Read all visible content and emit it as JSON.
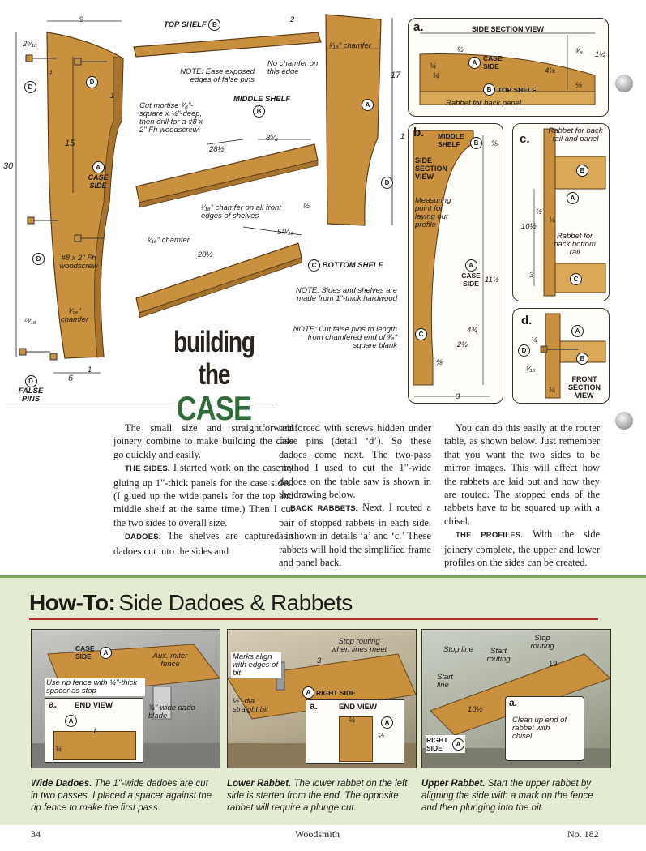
{
  "header": {
    "title_line1": "building the",
    "title_line2": "CASE"
  },
  "main_drawing": {
    "dims": {
      "top_width": "9",
      "top_offset": "2⁵⁄₁₆",
      "one_a": "1",
      "one_b": "1",
      "fifteen": "15",
      "thirty": "30",
      "bottom_width": "6",
      "bottom_one": "1",
      "thirteen_sixteenths": "¹³⁄₁₆",
      "top_shelf_2": "2",
      "seventeen": "17",
      "shelf_len_a": "28½",
      "shelf_len_b": "28½",
      "eight_5_8": "8⁵⁄₈",
      "five_11_16": "5¹¹⁄₁₆",
      "half": "½",
      "right_one": "1"
    },
    "labels": {
      "top_shelf": "TOP SHELF",
      "middle_shelf": "MIDDLE SHELF",
      "bottom_shelf": "BOTTOM SHELF",
      "case_side": "CASE SIDE",
      "false_pins": "FALSE PINS",
      "note_ease": "NOTE: Ease exposed edges of false pins",
      "no_chamfer": "No chamfer on this edge",
      "chamfer_16_top": "¹⁄₁₆\" chamfer",
      "cut_mortise": "Cut mortise ³⁄₈\"-square x ¼\"-deep, then drill for a #8 x 2\" Fh woodscrew",
      "chamfer_all": "¹⁄₁₆\" chamfer on all front edges of shelves",
      "chamfer_mid": "¹⁄₁₆\" chamfer",
      "woodscrew": "#8 x 2\" Fh woodscrew",
      "chamfer_low": "¹⁄₁₆\" chamfer",
      "note_sides": "NOTE: Sides and shelves are made from 1\"-thick hardwood",
      "note_pins": "NOTE: Cut false pins to length from chamfered end of ³⁄₈\" square blank"
    },
    "badges": {
      "a": "A",
      "b": "B",
      "c": "C",
      "d": "D"
    }
  },
  "detail_a": {
    "letter": "a.",
    "title": "SIDE SECTION VIEW",
    "case_side": "CASE SIDE",
    "top_shelf": "TOP SHELF",
    "rabbet": "Rabbet for back panel",
    "d_half": "½",
    "d_3_8": "³⁄₈",
    "d_1_half": "1½",
    "d_quarter_a": "¼",
    "d_quarter_b": "¼",
    "d_4_half": "4½",
    "d_1_8": "⅛"
  },
  "detail_b": {
    "letter": "b.",
    "middle_shelf": "MIDDLE SHELF",
    "title": "SIDE SECTION VIEW",
    "measuring": "Measuring point for laying out profile",
    "case_side": "CASE SIDE",
    "d_1_8_top": "⅛",
    "d_11_half": "11½",
    "d_4_3_4": "4¾",
    "d_2_half": "2½",
    "d_1_8_bot": "⅛",
    "d_3": "3"
  },
  "detail_c": {
    "letter": "c.",
    "rabbet_top": "Rabbet for back rail and panel",
    "rabbet_bottom": "Rabbet for back bottom rail",
    "d_half": "½",
    "d_quarter": "¼",
    "d_10_half": "10½",
    "d_3": "3"
  },
  "detail_d": {
    "letter": "d.",
    "d_quarter": "¼",
    "d_1_16": "¹⁄₁₆",
    "d_quarter_b": "¼",
    "title": "FRONT SECTION VIEW"
  },
  "article": {
    "col1": [
      {
        "head": "",
        "text": "The small size and straightforward joinery combine to make building the case go quickly and easily."
      },
      {
        "head": "THE SIDES.",
        "text": "I started work on the case by gluing up 1\"-thick panels for the case sides. (I glued up the wide panels for the top and middle shelf at the same time.) Then I cut the two sides to overall size."
      },
      {
        "head": "DADOES.",
        "text": "The shelves are captured in dadoes cut into the sides and"
      }
    ],
    "col2": [
      {
        "head": "",
        "text": "reinforced with screws hidden under false pins (detail ‘d’). So these dadoes come next. The two-pass method I used to cut the 1\"-wide dadoes on the table saw is shown in the drawing below."
      },
      {
        "head": "BACK RABBETS.",
        "text": "Next, I routed a pair of stopped rabbets in each side, as shown in details ‘a’ and ‘c.’ These rabbets will hold the simplified frame and panel back."
      }
    ],
    "col3": [
      {
        "head": "",
        "text": "You can do this easily at the router table, as shown below. Just remember that you want the two sides to be mirror images. This will affect how the rabbets are laid out and how they are routed. The stopped ends of the rabbets have to be squared up with a chisel."
      },
      {
        "head": "THE PROFILES.",
        "text": "With the side joinery complete, the upper and lower profiles on the sides can be created."
      }
    ]
  },
  "howto": {
    "prefix": "How-To:",
    "title": "Side Dadoes & Rabbets",
    "photo1": {
      "case_side": "CASE SIDE",
      "aux_fence": "Aux. miter fence",
      "rip_fence": "Use rip fence with ¼\"-thick spacer as stop",
      "letter": "a.",
      "end_view": "END VIEW",
      "dado": "¾\"-wide dado blade",
      "d_1": "1",
      "d_quarter": "¼"
    },
    "photo2": {
      "marks": "Marks align with edges of bit",
      "stop": "Stop routing when lines meet",
      "d_3": "3",
      "right_side": "RIGHT SIDE",
      "bit": "½\"-dia. straight bit",
      "letter": "a.",
      "end_view": "END VIEW",
      "d_quarter": "¼",
      "d_half": "½"
    },
    "photo3": {
      "stop_line": "Stop line",
      "start_routing": "Start routing",
      "stop_routing": "Stop routing",
      "d_19": "19",
      "start_line": "Start line",
      "d_10_half": "10½",
      "letter": "a.",
      "clean_up": "Clean up end of rabbet with chisel",
      "right_side": "RIGHT SIDE"
    },
    "captions": [
      {
        "title": "Wide Dadoes.",
        "text": "The 1\"-wide dadoes are cut in two passes. I placed a spacer against the rip fence to make the first pass."
      },
      {
        "title": "Lower Rabbet.",
        "text": "The lower rabbet on the left side is started from the end. The opposite rabbet will require a plunge cut."
      },
      {
        "title": "Upper Rabbet.",
        "text": "Start the upper rabbet by aligning the side with a mark on the fence and then plunging into the bit."
      }
    ]
  },
  "footer": {
    "page": "34",
    "magazine": "Woodsmith",
    "issue": "No. 182"
  },
  "colors": {
    "wood": "#c9913f",
    "wood_dark": "#a8742d",
    "title_green": "#2f6b3a",
    "howto_bg": "#e3ecd3",
    "accent_red": "#b0342a"
  }
}
